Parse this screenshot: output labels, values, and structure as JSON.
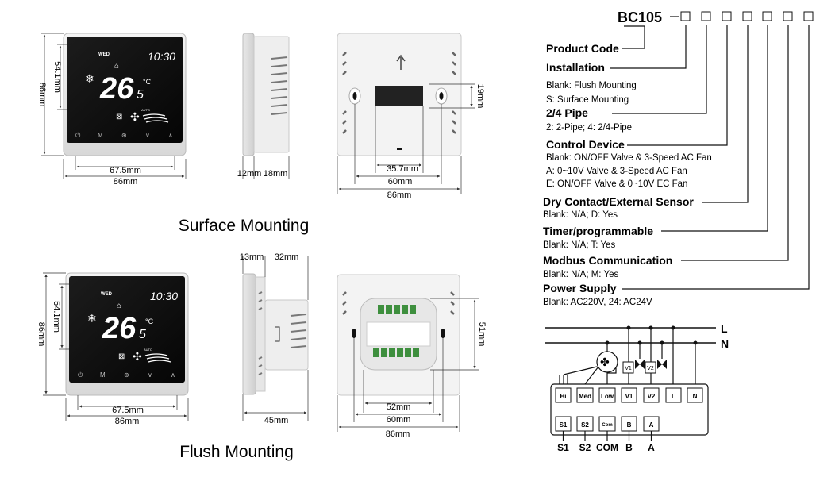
{
  "surface": {
    "title": "Surface Mounting",
    "front_height": "54.1mm",
    "front_total_height": "86mm",
    "front_width_inner": "67.5mm",
    "front_width": "86mm",
    "side_a": "12mm",
    "side_b": "18mm",
    "back_hole_height": "19mm",
    "back_hole_spacing": "35.7mm",
    "back_width_inner": "60mm",
    "back_width": "86mm"
  },
  "flush": {
    "title": "Flush Mounting",
    "front_height": "54.1mm",
    "front_total_height": "86mm",
    "front_width_inner": "67.5mm",
    "front_width": "86mm",
    "side_top_a": "13mm",
    "side_top_b": "32mm",
    "side_depth": "45mm",
    "back_box_height": "51mm",
    "back_box_width": "52mm",
    "back_width_inner": "60mm",
    "back_width": "86mm"
  },
  "display": {
    "mode": "WED",
    "time": "10:30",
    "temp": "26",
    "temp_decimal": "5",
    "unit": "°C",
    "fan_mode": "AUTO",
    "buttons": [
      "⏻",
      "M",
      "⊛",
      "∨",
      "∧"
    ]
  },
  "product_code": {
    "model": "BC105",
    "title": "Product Code",
    "sections": [
      {
        "heading": "Installation",
        "lines": [
          "Blank: Flush Mounting",
          "S: Surface Mounting"
        ]
      },
      {
        "heading": "2/4 Pipe",
        "lines": [
          "2: 2-Pipe; 4: 2/4-Pipe"
        ]
      },
      {
        "heading": "Control Device",
        "lines": [
          "Blank: ON/OFF Valve & 3-Speed AC Fan",
          "A: 0~10V Valve & 3-Speed AC Fan",
          "E: ON/OFF Valve & 0~10V EC Fan"
        ]
      },
      {
        "heading": "Dry Contact/External Sensor",
        "lines": [
          "Blank: N/A; D: Yes"
        ]
      },
      {
        "heading": "Timer/programmable",
        "lines": [
          "Blank: N/A; T: Yes"
        ]
      },
      {
        "heading": "Modbus Communication",
        "lines": [
          "Blank: N/A; M: Yes"
        ]
      },
      {
        "heading": "Power Supply",
        "lines": [
          "Blank: AC220V, 24: AC24V"
        ]
      }
    ]
  },
  "wiring": {
    "line_L": "L",
    "line_N": "N",
    "top_terminals": [
      "Hi",
      "Med",
      "Low",
      "V1",
      "V2",
      "L",
      "N"
    ],
    "valve_labels": [
      "V1",
      "V2"
    ],
    "bottom_terminals": [
      "S1",
      "S2",
      "Com",
      "B",
      "A"
    ],
    "bottom_labels": [
      "S1",
      "S2",
      "COM",
      "B",
      "A"
    ]
  }
}
